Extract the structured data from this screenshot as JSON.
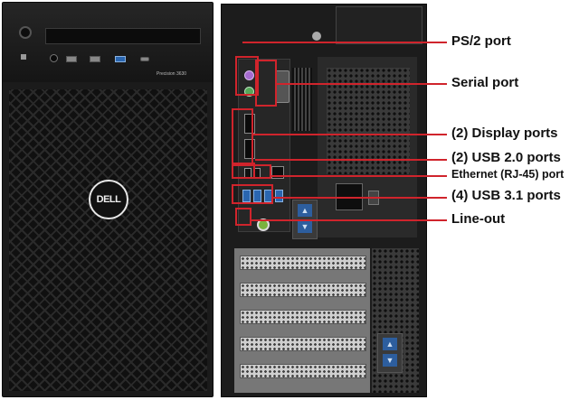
{
  "front": {
    "model_text": "Precision 3630",
    "logo_text": "DELL"
  },
  "callouts": [
    {
      "label": "PS/2 port"
    },
    {
      "label": "Serial port"
    },
    {
      "label": "(2) Display ports"
    },
    {
      "label": "(2) USB 2.0 ports"
    },
    {
      "label": "Ethernet (RJ-45) port"
    },
    {
      "label": "(4) USB 3.1 ports"
    },
    {
      "label": "Line-out"
    }
  ],
  "colors": {
    "callout_red": "#d0242c",
    "chassis_black": "#1c1c1c",
    "usb3_blue": "#2a66b0",
    "lineout_green": "#7ab33e"
  }
}
